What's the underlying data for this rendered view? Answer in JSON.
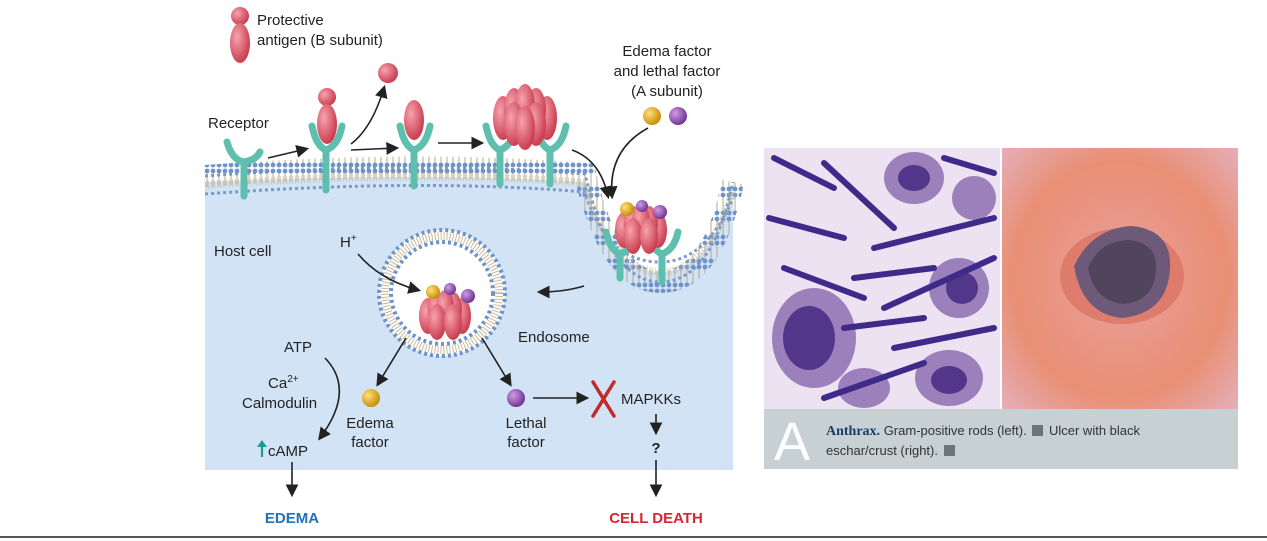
{
  "diagram": {
    "labels": {
      "protective_antigen": [
        "Protective",
        "antigen (B subunit)"
      ],
      "edema_lethal": [
        "Edema factor",
        "and lethal factor",
        "(A subunit)"
      ],
      "receptor": "Receptor",
      "host_cell": "Host cell",
      "h_plus": "H",
      "h_plus_sup": "+",
      "endosome": "Endosome",
      "atp": "ATP",
      "ca": "Ca",
      "ca_sup": "2+",
      "calmodulin": "Calmodulin",
      "camp": "cAMP",
      "edema_factor": [
        "Edema",
        "factor"
      ],
      "lethal_factor": [
        "Lethal",
        "factor"
      ],
      "mapkks": "MAPKKs",
      "question": "?",
      "edema_outcome": "EDEMA",
      "cell_death_outcome": "CELL DEATH"
    },
    "colors": {
      "edema_outcome": "#1f73b7",
      "cell_death_outcome": "#d62631",
      "cytoplasm": "#d3e3f6",
      "membrane_head": "#6d93c8",
      "receptor": "#5fbfae",
      "toxin": "#e05a6a",
      "edema_factor": "#d49a14",
      "lethal_factor": "#8a4aa6",
      "block_x": "#c02a2a"
    }
  },
  "figure": {
    "caption_letter": "A",
    "caption_title": "Anthrax.",
    "caption_part1": "Gram-positive rods (left).",
    "caption_part2": "Ulcer with black",
    "caption_part3": "eschar/crust (right).",
    "icon": "zoom-square-icon"
  }
}
